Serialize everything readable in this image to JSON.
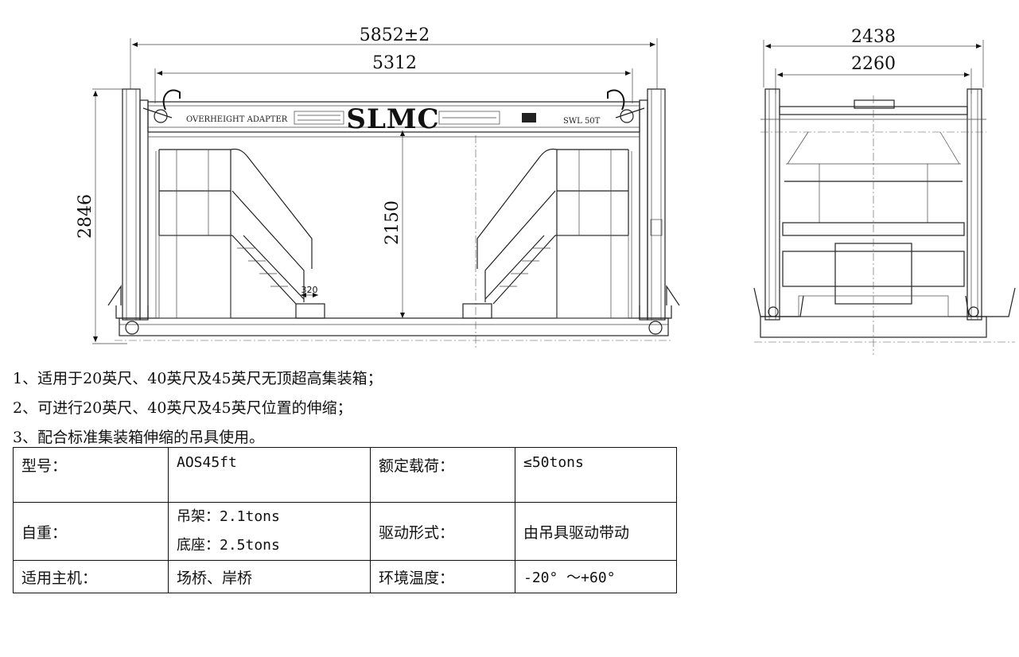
{
  "drawing": {
    "front_view": {
      "dim_overall": "5852±2",
      "dim_inner": "5312",
      "dim_height": "2846",
      "dim_clear_height": "2150",
      "dim_step": "320",
      "plate_left": "OVERHEIGHT ADAPTER",
      "logo": "SLMC",
      "plate_right": "SWL 50T"
    },
    "side_view": {
      "dim_overall": "2438",
      "dim_inner": "2260"
    }
  },
  "notes": [
    "1、适用于20英尺、40英尺及45英尺无顶超高集装箱；",
    "2、可进行20英尺、40英尺及45英尺位置的伸缩；",
    "3、配合标准集装箱伸缩的吊具使用。"
  ],
  "spec_table": {
    "model_label": "型号：",
    "model_value": "AOS45ft",
    "load_label": "额定载荷：",
    "load_value": "≤50tons",
    "weight_label": "自重：",
    "weight_frame": "吊架：2.1tons",
    "weight_base": "底座：2.5tons",
    "drive_label": "驱动形式：",
    "drive_value": "由吊具驱动带动",
    "host_label": "适用主机：",
    "host_value": "场桥、岸桥",
    "temp_label": "环境温度：",
    "temp_value": "-20° ～+60°"
  }
}
